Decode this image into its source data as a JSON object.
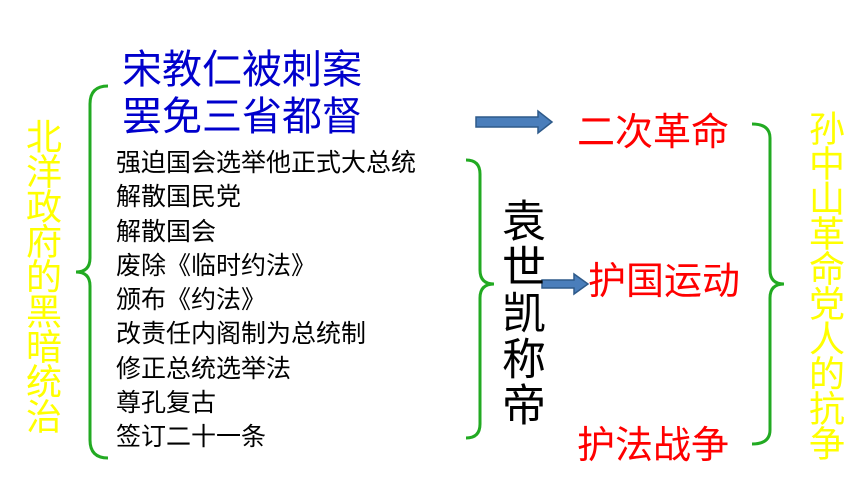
{
  "left_label": "北洋政府的黑暗统治",
  "right_label": "孙中山革命党人的抗争",
  "yuan_label": "袁世凯称帝",
  "events": [
    "宋教仁被刺案",
    "罢免三省都督"
  ],
  "measures": [
    "强迫国会选举他正式大总统",
    "解散国民党",
    "解散国会",
    "废除《临时约法》",
    "颁布《约法》",
    "改责任内阁制为总统制",
    "修正总统选举法",
    "尊孔复古",
    "签订二十一条"
  ],
  "outcomes": [
    "二次革命",
    "护国运动",
    "护法战争"
  ],
  "colors": {
    "bracket": "#22aa22",
    "arrow_fill": "#4a7ebb",
    "arrow_stroke": "#2e5a8a",
    "label_yellow": "#ffff00",
    "event_blue": "#0000cc",
    "outcome_red": "#ff0000"
  }
}
